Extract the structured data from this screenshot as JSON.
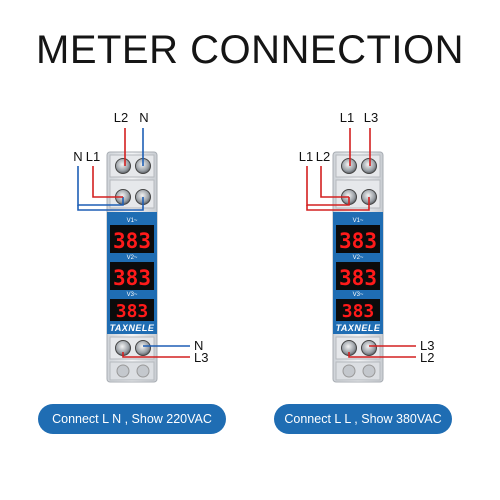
{
  "title": "METER CONNECTION",
  "left_meter": {
    "top_labels": [
      "L2",
      "N"
    ],
    "side_labels": [
      "N",
      "L1"
    ],
    "bottom_labels": [
      "N",
      "L3"
    ],
    "channels": [
      "V1~",
      "V2~",
      "V3~"
    ],
    "readings": [
      "383",
      "383",
      "383"
    ],
    "brand": "TAXNELE",
    "caption": "Connect L N , Show 220VAC"
  },
  "right_meter": {
    "top_labels": [
      "L1",
      "L3"
    ],
    "side_labels": [
      "L1",
      "L2"
    ],
    "bottom_labels": [
      "L3",
      "L2"
    ],
    "channels": [
      "V1~",
      "V2~",
      "V3~"
    ],
    "readings": [
      "383",
      "383",
      "383"
    ],
    "brand": "TAXNELE",
    "caption": "Connect L L , Show 380VAC"
  },
  "colors": {
    "wire_red": "#d42020",
    "wire_blue": "#1e5fb5",
    "panel_blue": "#1f6db3",
    "lcd_red": "#ff1a1a"
  }
}
